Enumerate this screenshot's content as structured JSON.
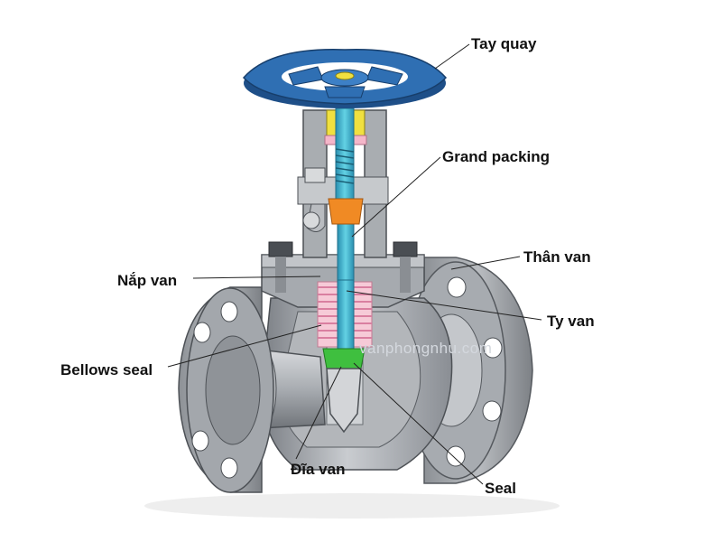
{
  "labels": {
    "handwheel": "Tay quay",
    "gland_packing": "Grand packing",
    "body": "Thân van",
    "bonnet": "Nắp van",
    "stem": "Ty van",
    "bellows_seal": "Bellows seal",
    "disc": "Đĩa van",
    "seal": "Seal"
  },
  "watermark": "vanphongnhu.com",
  "colors": {
    "handwheel": "#2f6fb3",
    "stem": "#4fc3d6",
    "packing": "#f08a24",
    "bellows": "#f2b6c8",
    "disc_seal": "#3fbf3f",
    "body": "#9a9ea4",
    "thread": "#f0e040"
  }
}
